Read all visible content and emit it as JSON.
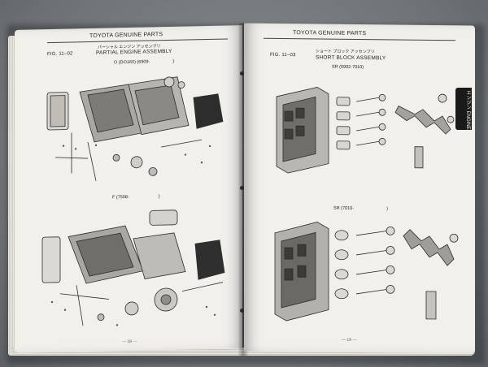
{
  "left_page": {
    "header": "TOYOTA GENUINE PARTS",
    "fig": "FIG. 11–02",
    "title_jp": "パーシャル エンジン アッセンブリ",
    "title": "PARTIAL ENGINE ASSEMBLY",
    "model_code_1": "O (DO160) (6909-",
    "model_code_1_end": ")",
    "model_code_2": "F (7508-",
    "model_code_2_end": ")",
    "page_number": "— 18 —"
  },
  "right_page": {
    "header": "TOYOTA GENUINE PARTS",
    "fig": "FIG. 11–03",
    "title_jp": "ショート ブロック アッセンブリ",
    "title": "SHORT BLOCK ASSEMBLY",
    "model_code_1": "SR (6902-7010)",
    "model_code_2": "SR (7010-",
    "model_code_2_end": ")",
    "page_number": "— 19 —",
    "side_tab": "エンジン ENGINE"
  },
  "colors": {
    "paper": "#f1f0eb",
    "ink": "#1d1d1d",
    "tab": "#1a1a1a",
    "table": "#6e7276"
  }
}
